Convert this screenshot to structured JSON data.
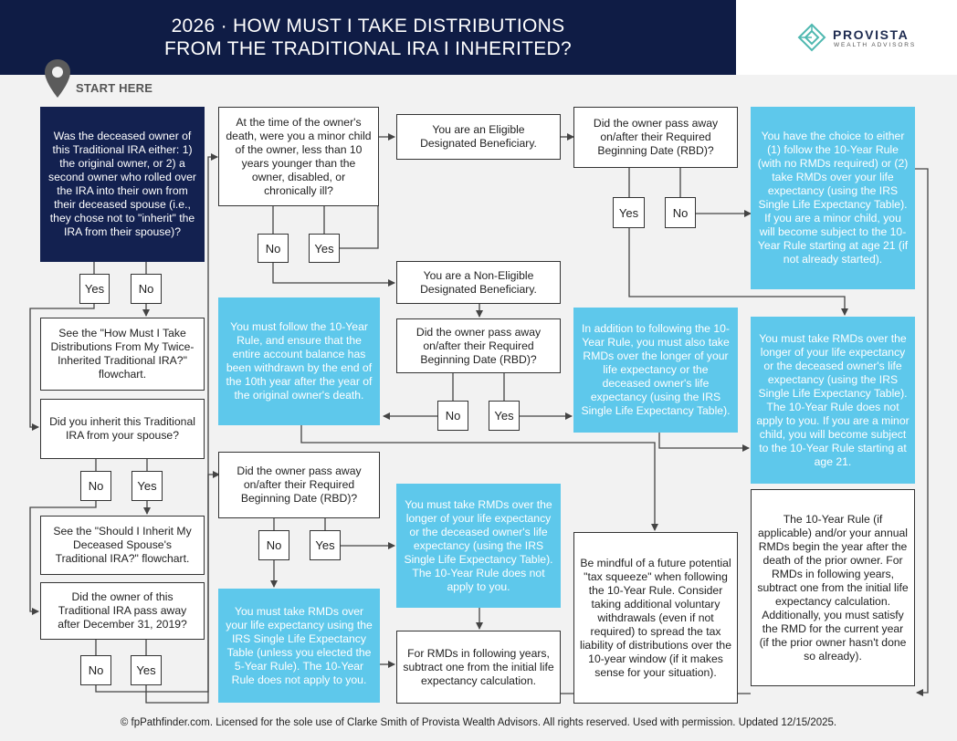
{
  "header": {
    "title_line1": "2026 · HOW MUST I TAKE DISTRIBUTIONS",
    "title_line2": "FROM THE TRADITIONAL IRA I INHERITED?",
    "logo_name": "PROVISTA",
    "logo_sub": "WEALTH ADVISORS"
  },
  "start_label": "START HERE",
  "nodes": {
    "q_original_owner": "Was the deceased owner of this Traditional IRA either: 1) the original owner, or 2) a second owner who rolled over the IRA into their own from their deceased spouse (i.e., they chose not to \"inherit\" the IRA from their spouse)?",
    "see_twice_inherited": "See the \"How Must I Take Distributions From My Twice-Inherited Traditional IRA?\" flowchart.",
    "q_inherit_from_spouse": "Did you inherit this Traditional IRA from your spouse?",
    "see_should_i_inherit": "See the \"Should I Inherit My Deceased Spouse's Traditional IRA?\" flowchart.",
    "q_pass_after_2019": "Did the owner of this Traditional IRA pass away after December 31, 2019?",
    "q_minor_child": "At the time of the owner's death, were you a minor child of the owner, less than 10 years younger than the owner, disabled, or chronically ill?",
    "eligible_beneficiary": "You are an Eligible Designated Beneficiary.",
    "non_eligible_beneficiary": "You are a Non-Eligible Designated Beneficiary.",
    "q_rbd_eligible": "Did the owner pass away on/after their Required Beginning Date (RBD)?",
    "q_rbd_non_eligible": "Did the owner pass away on/after their Required Beginning Date (RBD)?",
    "q_rbd_pre2020": "Did the owner pass away on/after their Required Beginning Date (RBD)?",
    "choice_10yr_or_life": "You have the choice to either (1) follow the 10-Year Rule (with no RMDs required) or (2) take RMDs over your life expectancy (using the IRS Single Life Expectancy Table). If you are a minor child, you will become subject to the 10-Year Rule starting at age 21 (if not already started).",
    "rmds_longer_eligible": "You must take RMDs over the longer of your life expectancy or the deceased owner's life expectancy (using the IRS Single Life Expectancy Table). The 10-Year Rule does not apply to you. If you are a minor child, you will become subject to the 10-Year Rule starting at age 21.",
    "ten_year_rule_only": "You must follow the 10-Year Rule, and ensure that the entire account balance has been withdrawn by the end of the 10th year after the year of the original owner's death.",
    "ten_year_plus_rmds": "In addition to following the 10-Year Rule, you must also take RMDs over the longer of your life expectancy or the deceased owner's life expectancy (using the IRS Single Life Expectancy Table).",
    "rmds_longer_pre2020": "You must take RMDs over the longer of your life expectancy or the deceased owner's life expectancy (using the IRS Single Life Expectancy Table). The 10-Year Rule does not apply to you.",
    "rmds_own_pre2020": "You must take RMDs over your life expectancy using the IRS Single Life Expectancy Table (unless you elected the 5-Year Rule). The 10-Year Rule does not apply to you.",
    "subtract_one": "For RMDs in following years, subtract one from the initial life expectancy calculation.",
    "tax_squeeze": "Be mindful of a future potential \"tax squeeze\" when following the 10-Year Rule. Consider taking additional voluntary withdrawals (even if not required) to spread the tax liability of distributions over the 10-year window (if it makes sense for your situation).",
    "rule_timing_note": "The 10-Year Rule (if applicable) and/or your annual RMDs begin the year after the death of the prior owner. For RMDs in following years, subtract one from the initial life expectancy calculation. Additionally, you must satisfy the RMD for the current year (if the prior owner hasn't done so already)."
  },
  "answers": {
    "yes": "Yes",
    "no": "No"
  },
  "footer": "© fpPathfinder.com. Licensed for the sole use of Clarke Smith of Provista Wealth Advisors. All rights reserved. Used with permission. Updated 12/15/2025.",
  "colors": {
    "navy": "#132150",
    "light_blue": "#5ec8eb",
    "header_bg": "#0f1c45"
  }
}
